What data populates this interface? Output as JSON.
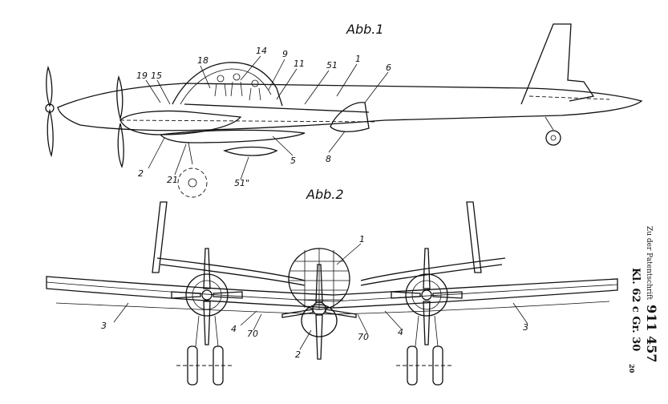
{
  "figures": {
    "fig1_title": "Abb.1",
    "fig2_title": "Abb.2"
  },
  "fig1_labels": [
    "18",
    "14",
    "9",
    "11",
    "51",
    "1",
    "6",
    "19",
    "15",
    "2",
    "21",
    "51\"",
    "5",
    "8"
  ],
  "fig2_labels": [
    "1",
    "3",
    "4",
    "70",
    "2",
    "70",
    "4",
    "3"
  ],
  "margin_note": {
    "line1": "Zu der Patentschrift",
    "number": "911 457",
    "class": "Kl. 62 c Gr. 30",
    "class_sub": "20"
  }
}
